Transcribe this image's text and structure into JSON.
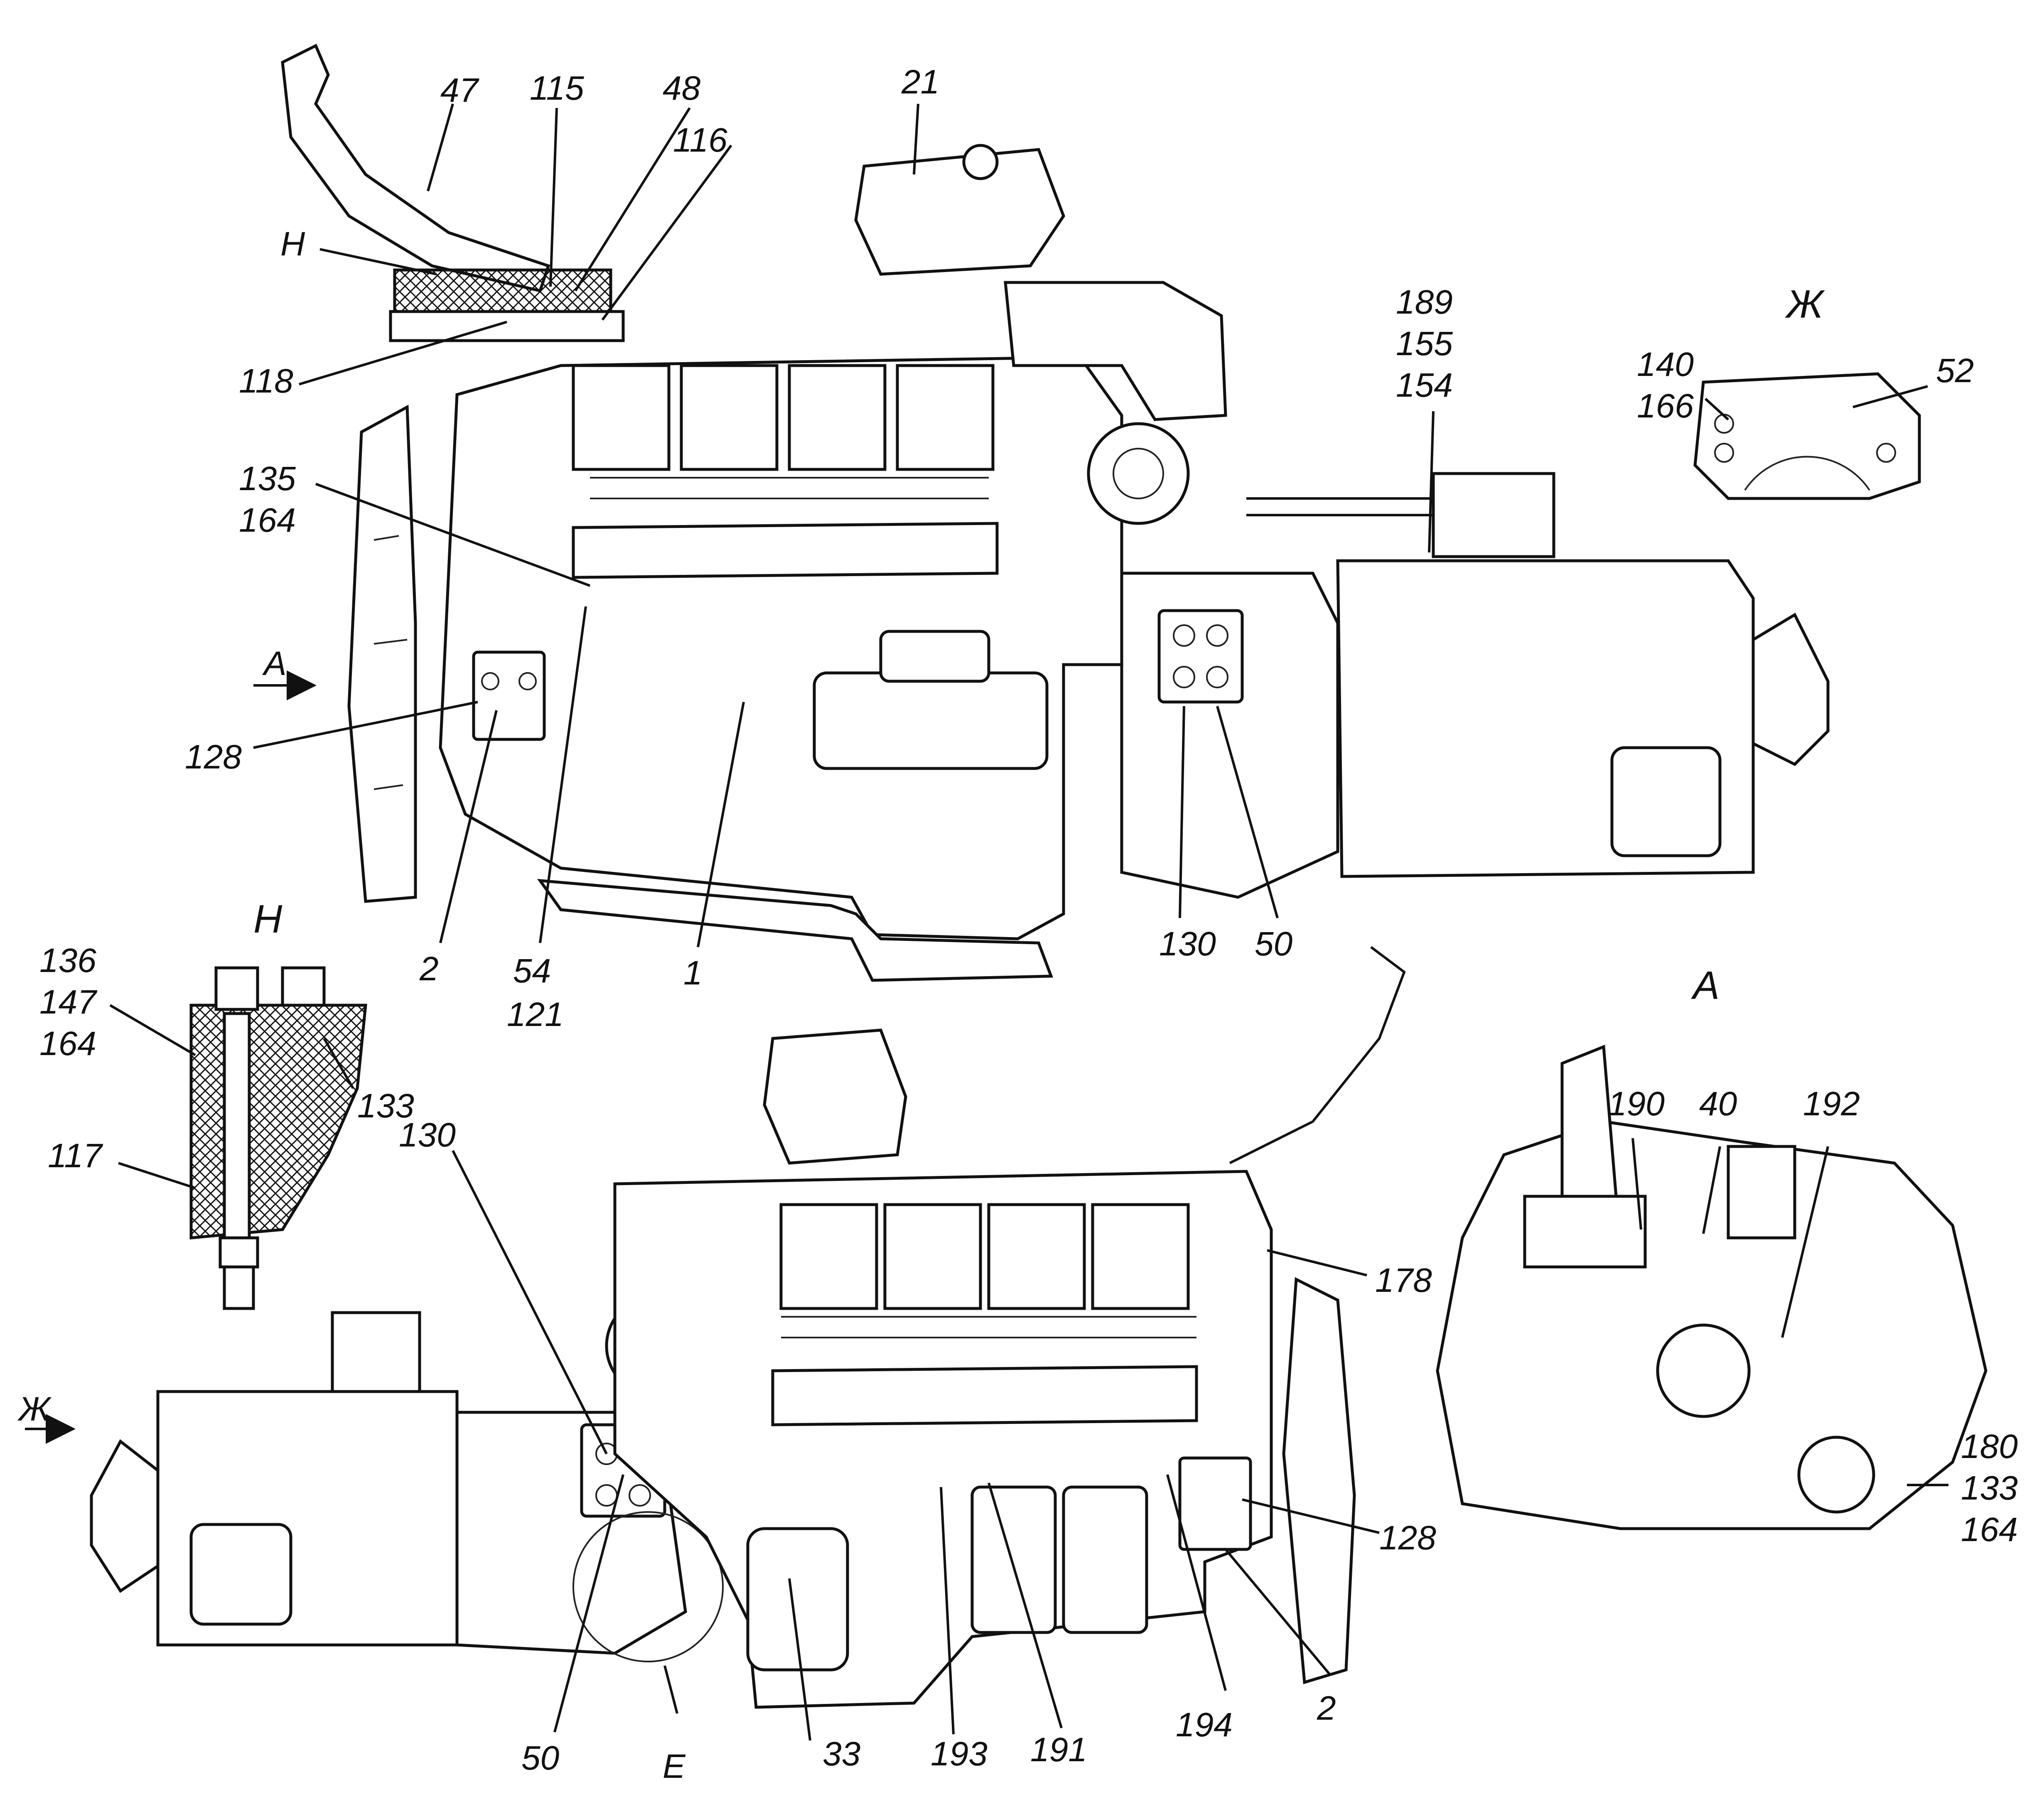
{
  "views": {
    "top": {
      "labels": [
        "47",
        "115",
        "48",
        "116",
        "21",
        "Н",
        "118",
        "189",
        "155",
        "154",
        "140",
        "166",
        "52",
        "135",
        "164",
        "А",
        "128",
        "2",
        "54",
        "121",
        "1",
        "130",
        "50"
      ]
    },
    "view_zh": {
      "title": "Ж"
    },
    "view_h": {
      "title": "Н",
      "labels": [
        "136",
        "147",
        "164",
        "133",
        "117"
      ]
    },
    "bottom": {
      "labels": [
        "130",
        "178",
        "Ж",
        "50",
        "Е",
        "33",
        "193",
        "191",
        "194",
        "2",
        "128"
      ]
    },
    "view_a": {
      "title": "А",
      "labels": [
        "190",
        "40",
        "192",
        "180",
        "133",
        "164"
      ]
    }
  },
  "colors": {
    "line": "#111111",
    "background": "#ffffff",
    "section_fill": "#dddddd"
  }
}
